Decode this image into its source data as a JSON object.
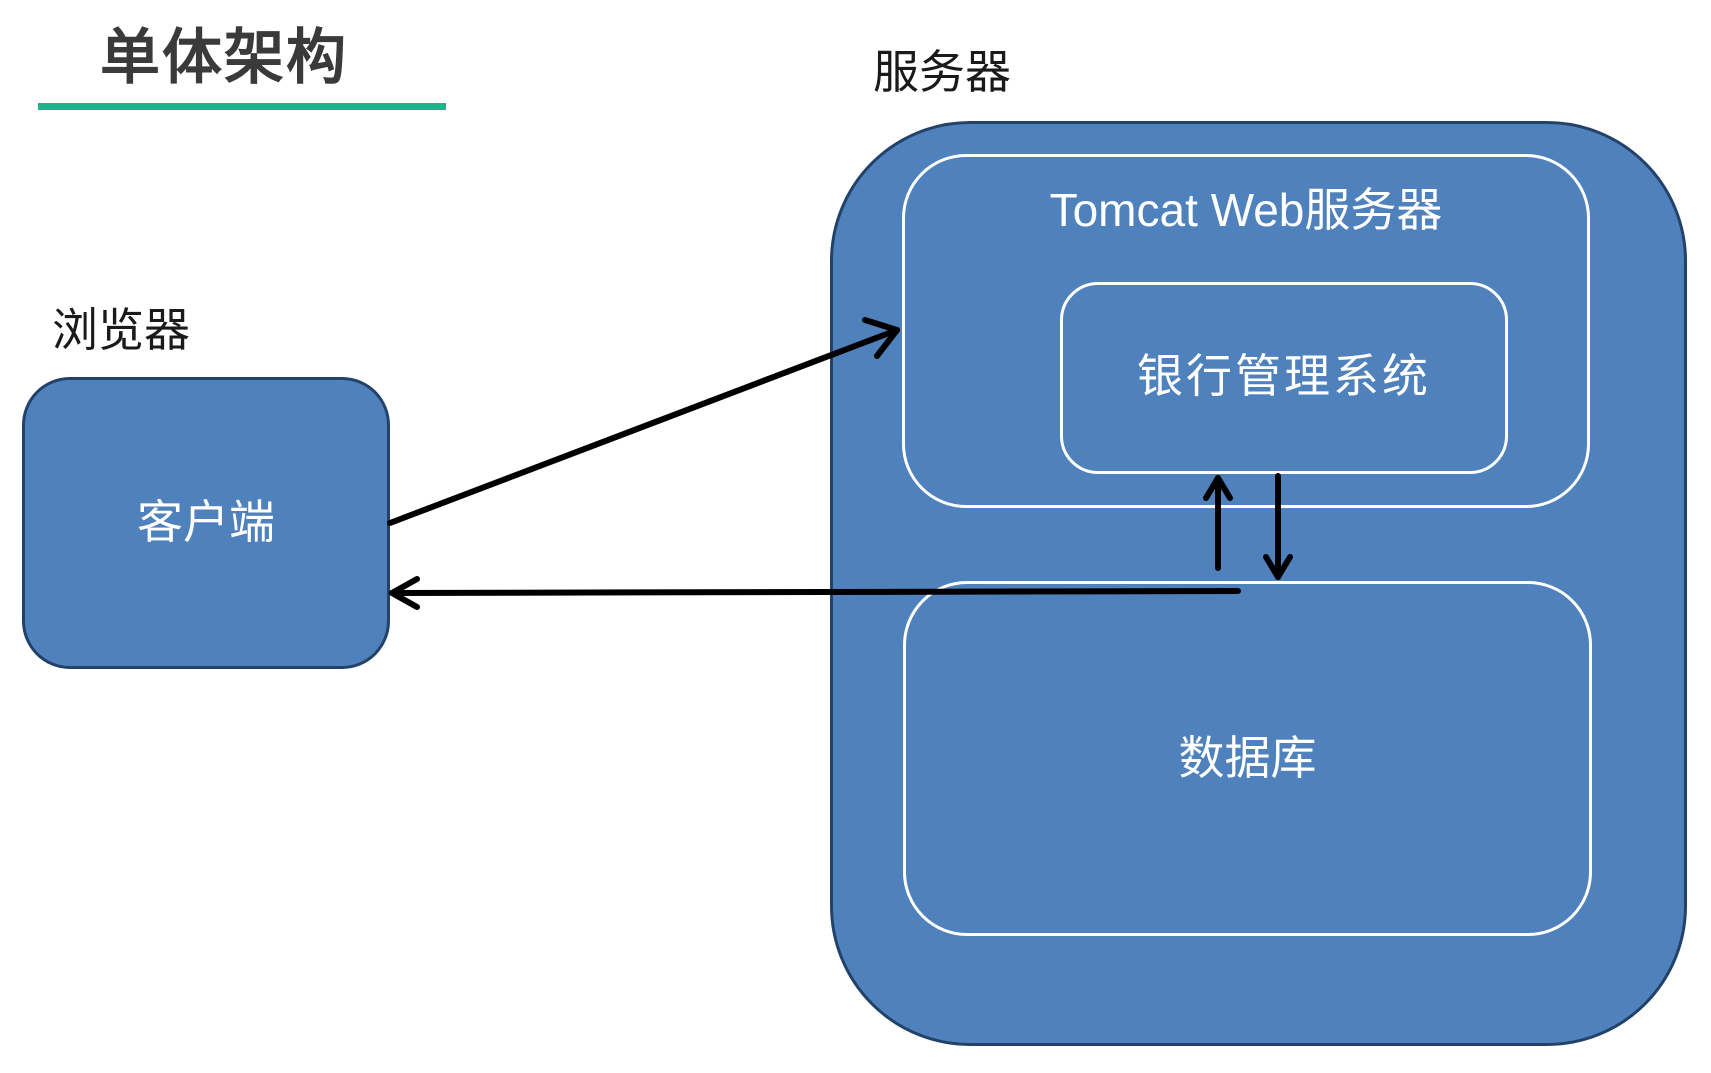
{
  "title": "单体架构",
  "browser_label": "浏览器",
  "server_label": "服务器",
  "client": {
    "label": "客户端"
  },
  "tomcat": {
    "label": "Tomcat Web服务器"
  },
  "bank_system": {
    "label": "银行管理系统"
  },
  "database": {
    "label": "数据库"
  },
  "colors": {
    "box_fill": "#4f81bd",
    "box_border": "#22426a",
    "inner_border": "#ffffff",
    "accent_underline": "#27ae8f",
    "arrow": "#000000"
  }
}
